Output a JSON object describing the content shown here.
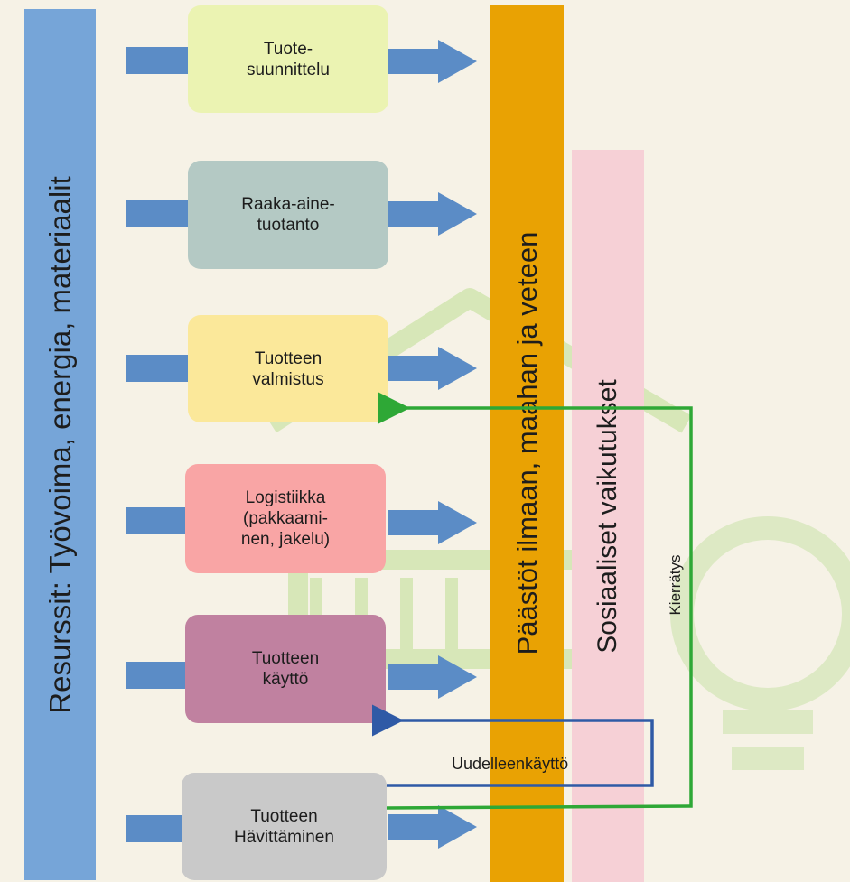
{
  "resources_bar": {
    "label": "Resurssit: Työvoima, energia, materiaalit",
    "color": "#76a5d8"
  },
  "emissions_bar": {
    "label": "Päästöt ilmaan, maahan ja veteen",
    "color": "#e9a203"
  },
  "social_bar": {
    "label": "Sosiaaliset vaikutukset",
    "color": "#f6d0d6"
  },
  "stages": [
    {
      "label": "Tuote-\nsuunnittelu",
      "color": "#ebf3b2"
    },
    {
      "label": "Raaka-aine-\ntuotanto",
      "color": "#b4c9c4"
    },
    {
      "label": "Tuotteen\nvalmistus",
      "color": "#fbe89a"
    },
    {
      "label": "Logistiikka\n(pakkaami-\nnen, jakelu)",
      "color": "#f9a5a5"
    },
    {
      "label": "Tuotteen\nkäyttö",
      "color": "#c081a0"
    },
    {
      "label": "Tuotteen\nHävittäminen",
      "color": "#c9c9c9"
    }
  ],
  "flows": {
    "recycling": {
      "label": "Kierrätys",
      "color": "#2ea836"
    },
    "reuse": {
      "label": "Uudelleenkäyttö",
      "color": "#2f5aa6"
    }
  },
  "arrow_color": "#5b8cc6"
}
